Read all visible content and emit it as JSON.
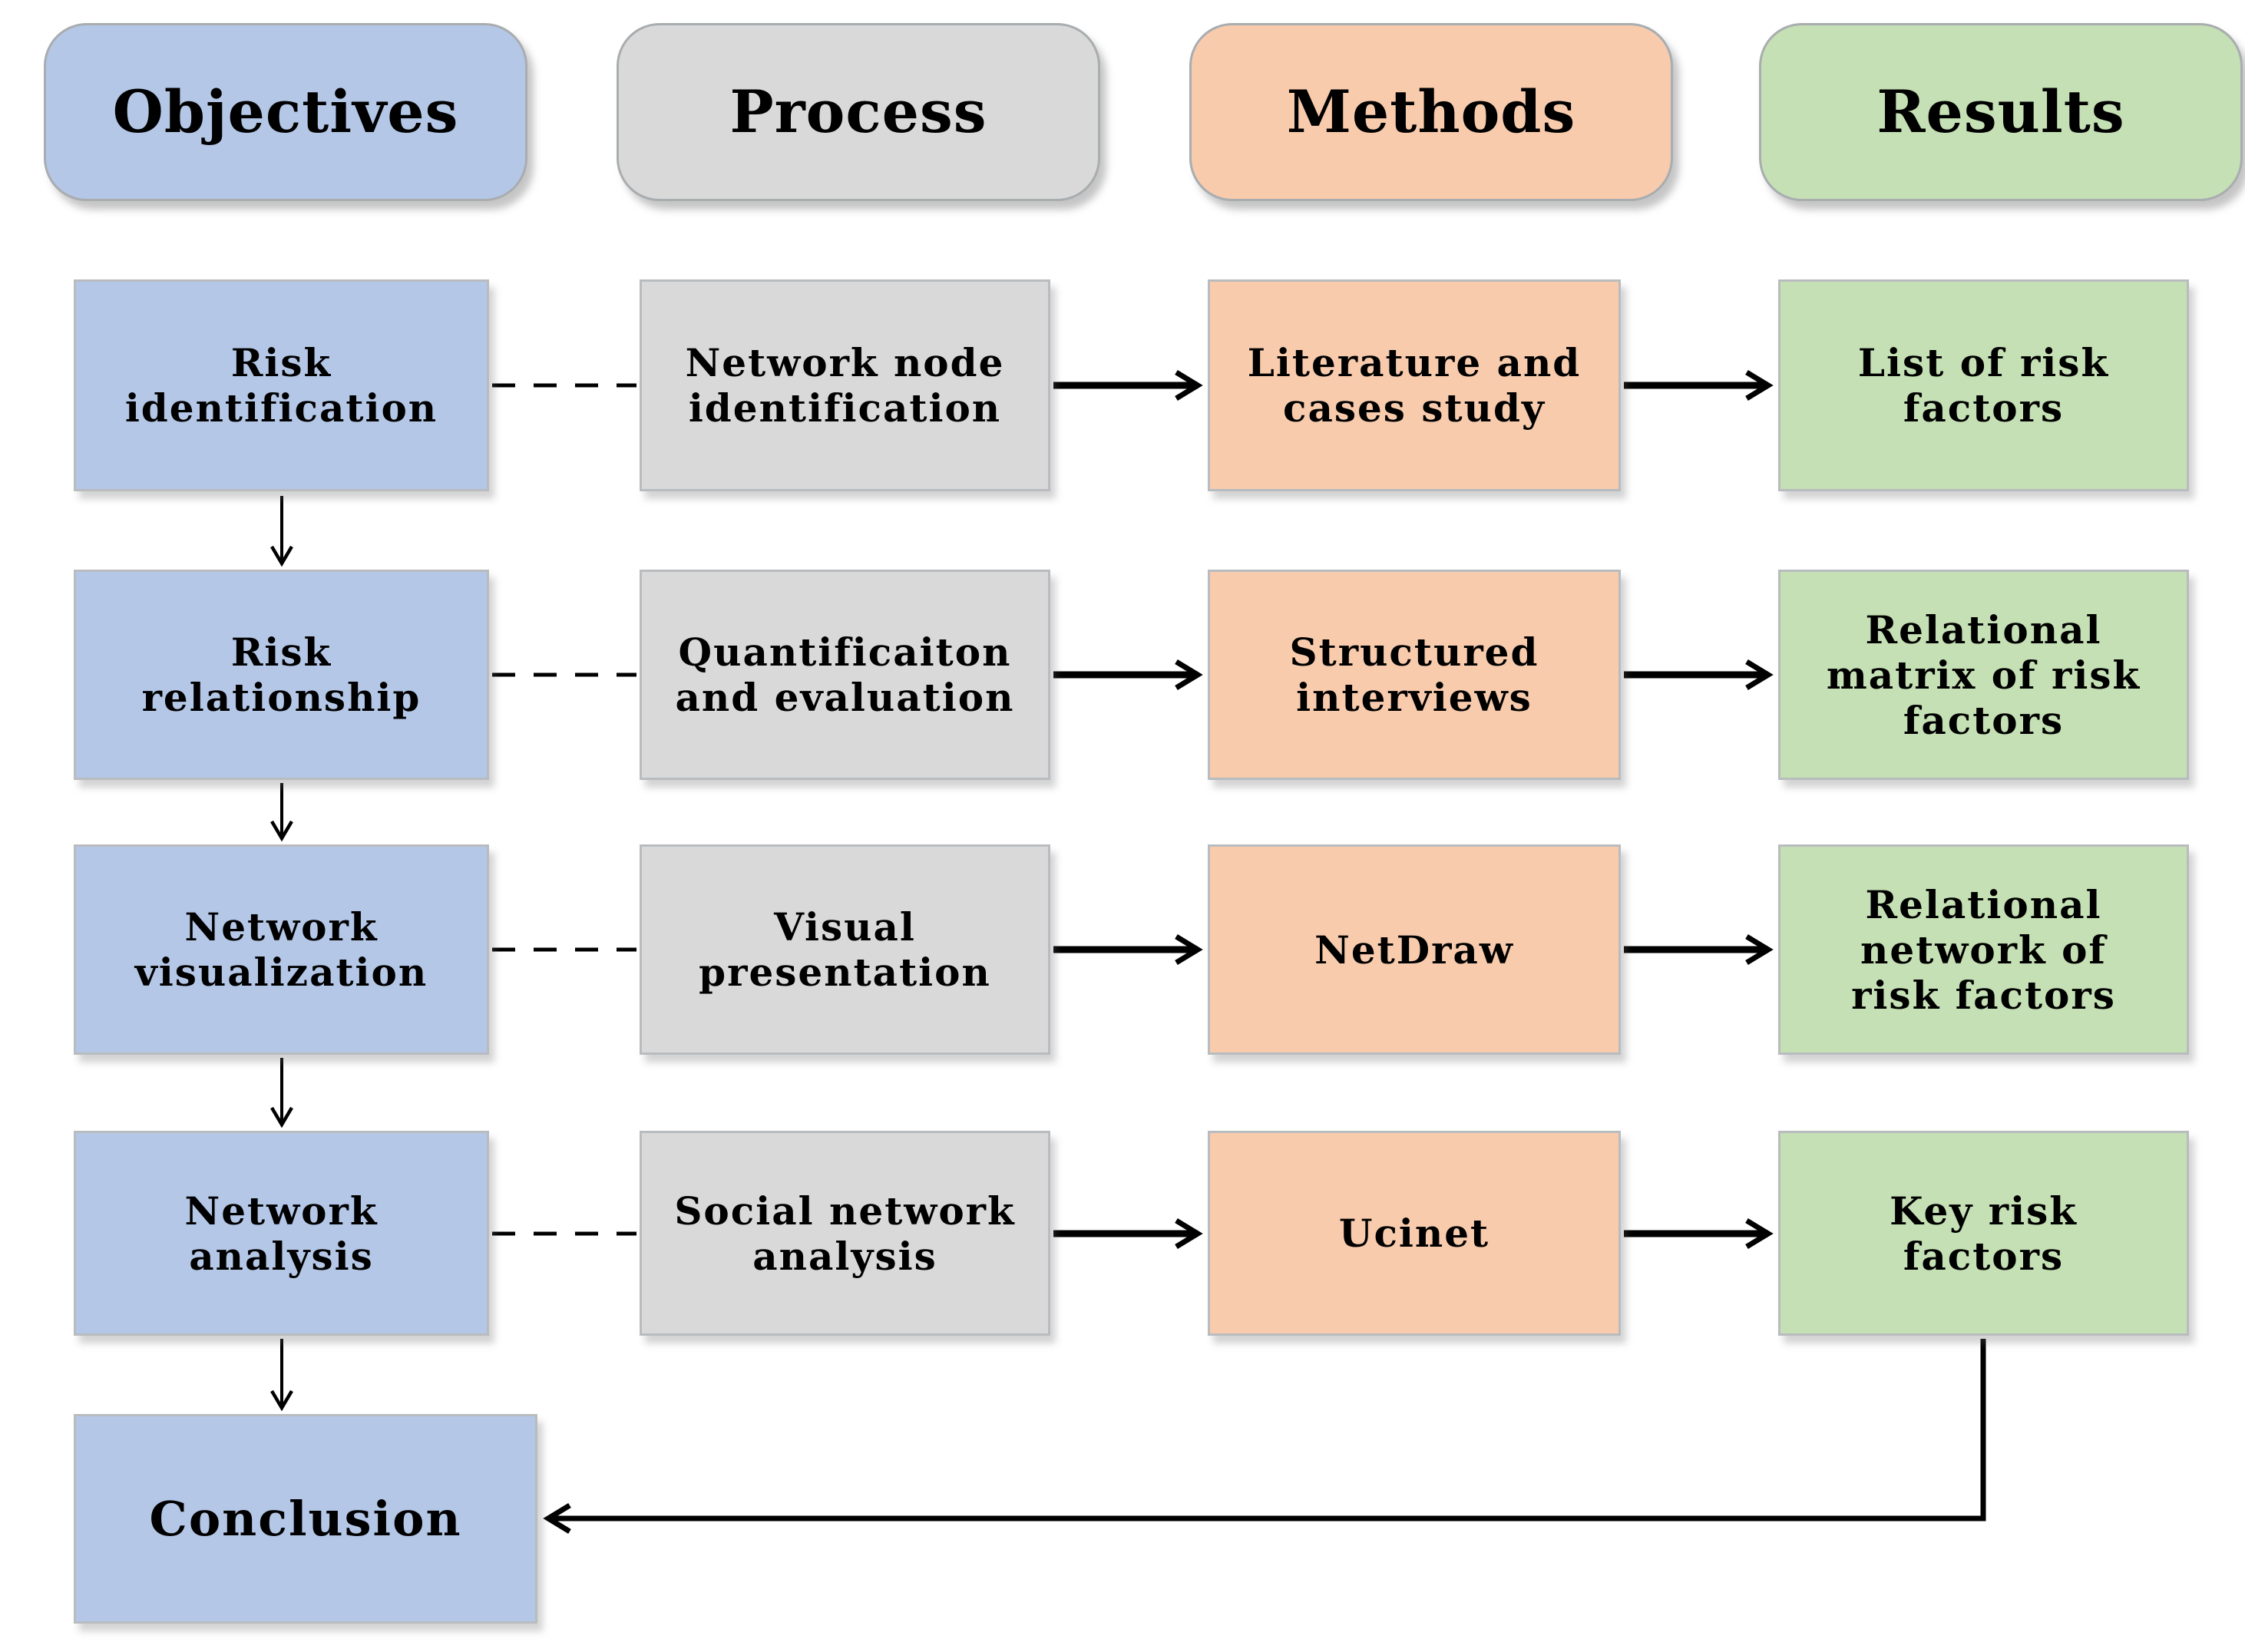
{
  "diagram": {
    "title_hint": "Research framework flowchart",
    "colors": {
      "objectives": "#b4c7e7",
      "process": "#d9d9d9",
      "methods": "#f8cbad",
      "results": "#c5e0b4",
      "connector": "#000000"
    },
    "headers": [
      {
        "label": "Objectives",
        "color": "#b4c7e7"
      },
      {
        "label": "Process",
        "color": "#d9d9d9"
      },
      {
        "label": "Methods",
        "color": "#f8cbad"
      },
      {
        "label": "Results",
        "color": "#c5e0b4"
      }
    ],
    "grid": [
      {
        "objective": "Risk\nidentification",
        "process": "Network node\nidentification",
        "method": "Literature and\ncases study",
        "result": "List of risk\nfactors"
      },
      {
        "objective": "Risk\nrelationship",
        "process": "Quantificaiton\nand evaluation",
        "method": "Structured\ninterviews",
        "result": "Relational\nmatrix of risk\nfactors"
      },
      {
        "objective": "Network\nvisualization",
        "process": "Visual\npresentation",
        "method": "NetDraw",
        "result": "Relational\nnetwork of\nrisk factors"
      },
      {
        "objective": "Network\nanalysis",
        "process": "Social network\nanalysis",
        "method": "Ucinet",
        "result": "Key risk\nfactors"
      }
    ],
    "conclusion": {
      "label": "Conclusion"
    },
    "connector_styles": {
      "objective_to_process": "dashed, no arrowhead",
      "process_to_method": "solid arrow",
      "method_to_result": "solid arrow",
      "objective_to_objective": "thin vertical arrow",
      "key_risk_to_conclusion": "elbow arrow"
    }
  }
}
